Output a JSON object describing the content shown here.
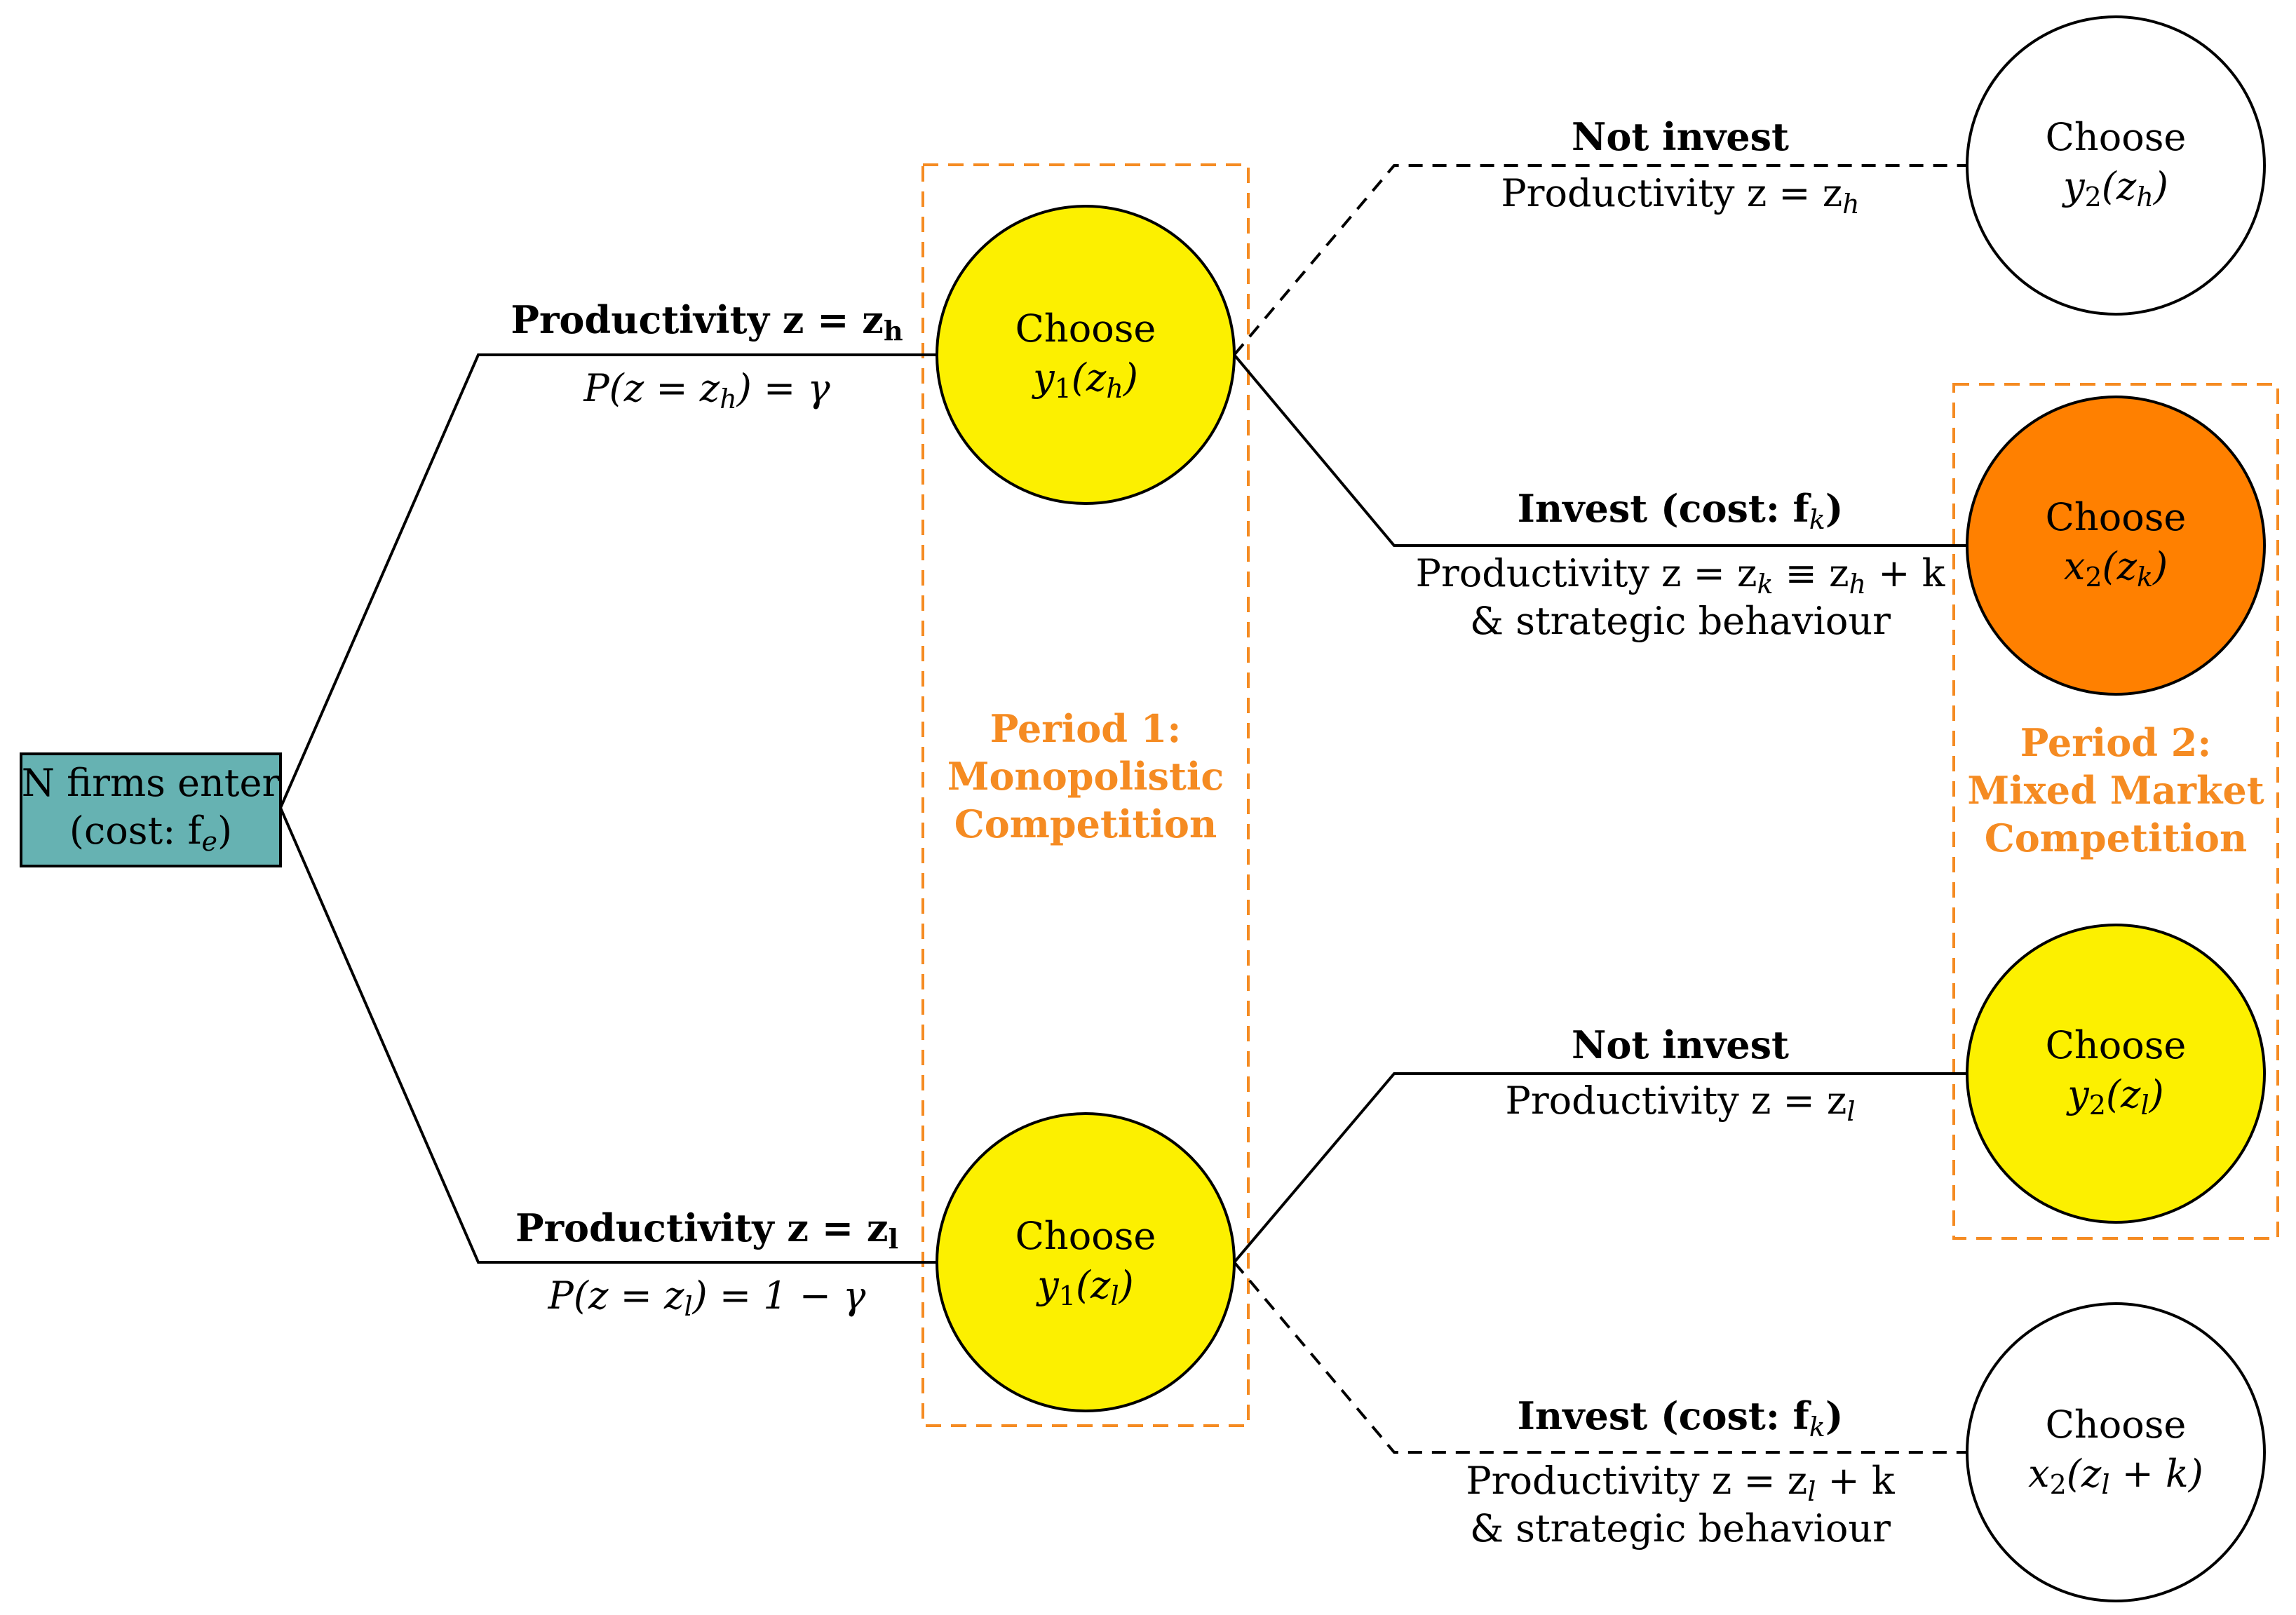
{
  "colors": {
    "teal": "#66b2b2",
    "yellow": "#fcf000",
    "orange_fill": "#ff8000",
    "period_orange": "#f58b22",
    "line": "#000000",
    "white": "#ffffff"
  },
  "entry": {
    "line1": "N firms enter",
    "line2": "(cost: f",
    "line2_sub": "e",
    "line2_end": ")"
  },
  "branches": {
    "high": {
      "title": "Productivity z = z",
      "title_sub": "h",
      "prob": "P(z = z",
      "prob_sub": "h",
      "prob_end": ") = γ"
    },
    "low": {
      "title": "Productivity z = z",
      "title_sub": "l",
      "prob": "P(z = z",
      "prob_sub": "l",
      "prob_end": ") = 1 − γ"
    }
  },
  "period1": {
    "line1": "Period 1:",
    "line2": "Monopolistic",
    "line3": "Competition",
    "node_high": {
      "line1": "Choose",
      "line2": "y",
      "line2_sub": "1",
      "line2_mid": "(z",
      "line2_sub2": "h",
      "line2_end": ")"
    },
    "node_low": {
      "line1": "Choose",
      "line2": "y",
      "line2_sub": "1",
      "line2_mid": "(z",
      "line2_sub2": "l",
      "line2_end": ")"
    }
  },
  "period2": {
    "line1": "Period 2:",
    "line2": "Mixed Market",
    "line3": "Competition"
  },
  "edges": {
    "high_not_invest": {
      "title": "Not invest",
      "desc": "Productivity z = z",
      "desc_sub": "h"
    },
    "high_invest": {
      "title": "Invest (cost: f",
      "title_sub": "k",
      "title_end": ")",
      "desc": "Productivity z = z",
      "desc_sub": "k",
      "desc_mid": " ≡ z",
      "desc_sub2": "h",
      "desc_end": " + k",
      "desc2": "& strategic behaviour"
    },
    "low_not_invest": {
      "title": "Not invest",
      "desc": "Productivity z = z",
      "desc_sub": "l"
    },
    "low_invest": {
      "title": "Invest (cost: f",
      "title_sub": "k",
      "title_end": ")",
      "desc": "Productivity z = z",
      "desc_sub": "l",
      "desc_end": " + k",
      "desc2": "& strategic behaviour"
    }
  },
  "final_nodes": {
    "hh": {
      "line1": "Choose",
      "line2": "y",
      "line2_sub": "2",
      "line2_mid": "(z",
      "line2_sub2": "h",
      "line2_end": ")"
    },
    "hk": {
      "line1": "Choose",
      "line2": "x",
      "line2_sub": "2",
      "line2_mid": "(z",
      "line2_sub2": "k",
      "line2_end": ")"
    },
    "ll": {
      "line1": "Choose",
      "line2": "y",
      "line2_sub": "2",
      "line2_mid": "(z",
      "line2_sub2": "l",
      "line2_end": ")"
    },
    "lk": {
      "line1": "Choose",
      "line2": "x",
      "line2_sub": "2",
      "line2_mid": "(z",
      "line2_sub2": "l",
      "line2_end": " + k)"
    }
  }
}
